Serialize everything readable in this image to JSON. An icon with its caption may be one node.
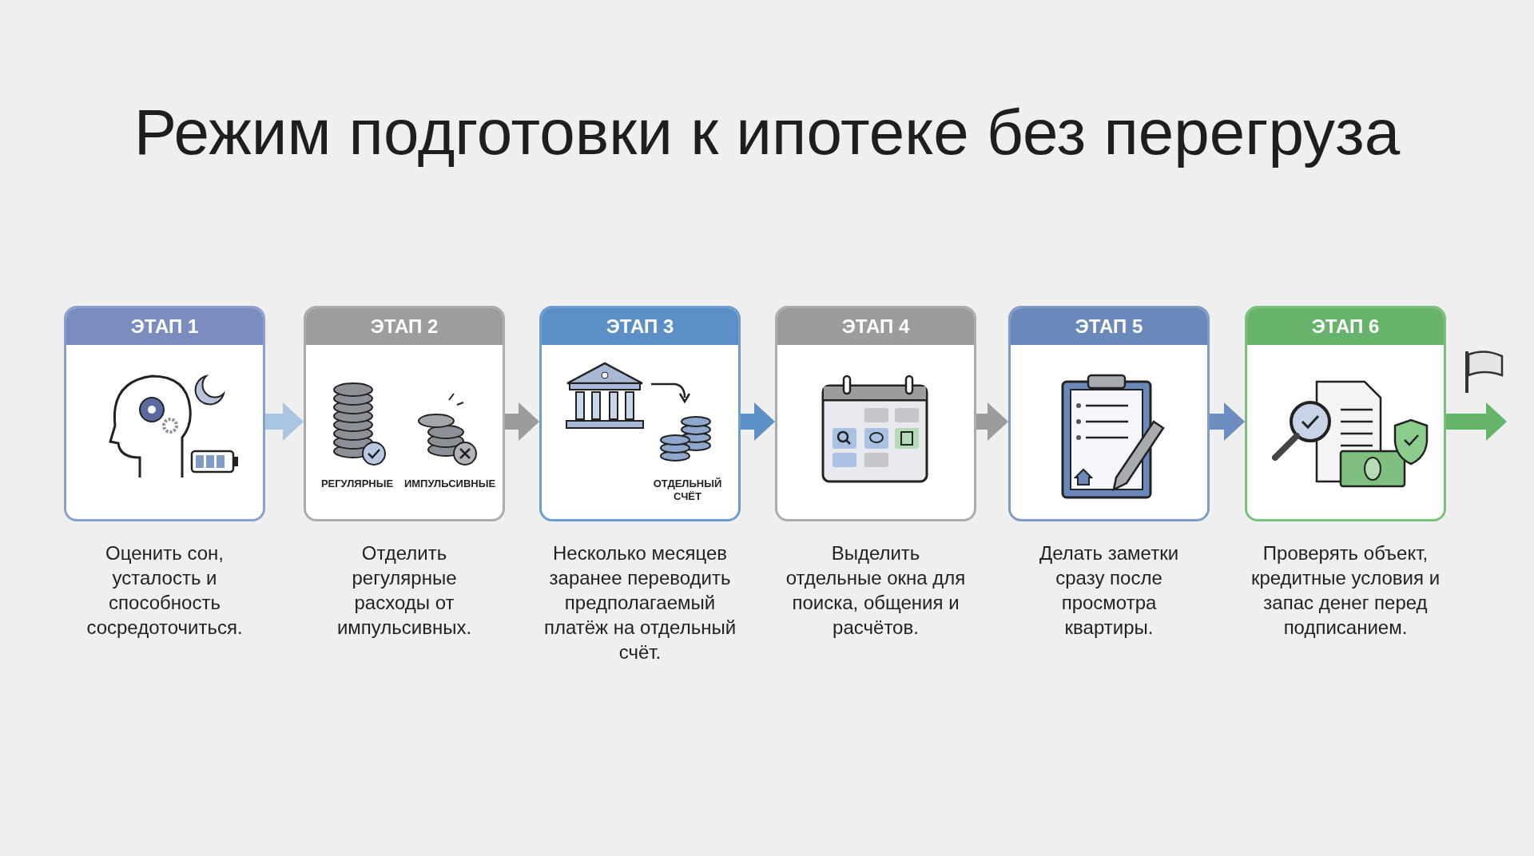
{
  "diagram": {
    "title": "Режим подготовки к ипотеке без перегруза",
    "nodes": [
      {
        "text": [
          "ЭТАП 1"
        ],
        "beside": [
          "Оценить сон, усталость и способность сосредоточиться."
        ]
      },
      {
        "text": [
          "ЭТАП 2",
          "РЕГУЛЯРНЫЕ",
          "ИМПУЛЬСИВНЫЕ"
        ],
        "beside": [
          "Отделить регулярные расходы от импульсивных."
        ]
      },
      {
        "text": [
          "ЭТАП 3",
          "ОТДЕЛЬНЫЙ СЧЁТ"
        ],
        "beside": [
          "Несколько месяцев заранее переводить предполагаемый платёж на отдельный счёт."
        ]
      },
      {
        "text": [
          "ЭТАП 4"
        ],
        "beside": [
          "Выделить отдельные окна для поиска, общения и расчётов."
        ]
      },
      {
        "text": [
          "ЭТАП 5"
        ],
        "beside": [
          "Делать заметки сразу после просмотра квартиры."
        ]
      },
      {
        "text": [
          "ЭТАП 6"
        ],
        "beside": [
          "Проверять объект, кредитные условия и запас денег перед подписанием."
        ]
      },
      {
        "text": [],
        "shape": "flag"
      }
    ],
    "edges": [
      {
        "from": 0,
        "to": 1,
        "arrow": "to",
        "color": "#a9c5e2"
      },
      {
        "from": 1,
        "to": 2,
        "arrow": "to",
        "color": "#9b9c9e"
      },
      {
        "from": 2,
        "to": 3,
        "arrow": "to",
        "color": "#5b8fc6"
      },
      {
        "from": 3,
        "to": 4,
        "arrow": "to",
        "color": "#9b9c9e"
      },
      {
        "from": 4,
        "to": 5,
        "arrow": "to",
        "color": "#6b8dbf"
      },
      {
        "from": 5,
        "to": 6,
        "arrow": "to",
        "color": "#64b46a"
      }
    ]
  }
}
